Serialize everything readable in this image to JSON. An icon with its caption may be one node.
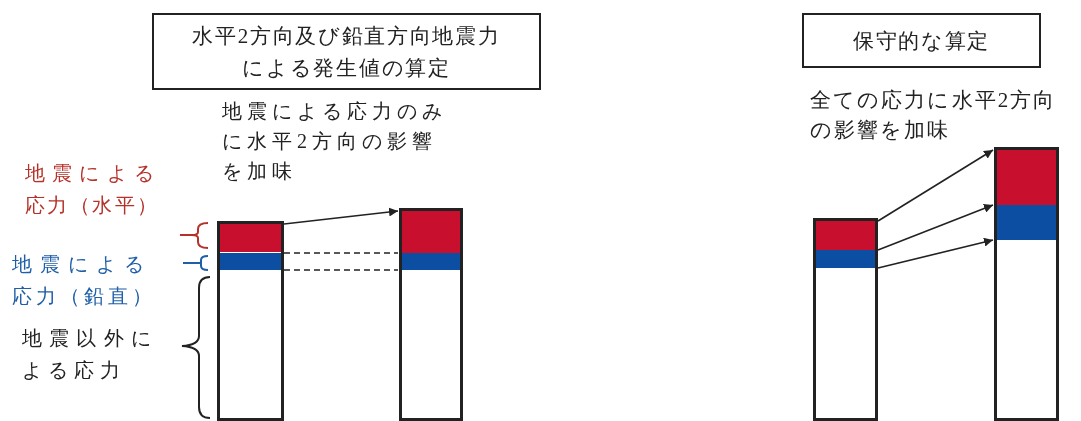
{
  "diagram": {
    "nodes": [
      {
        "text": [
          "水平2方向及び鉛直方向地震力による発生値の算定"
        ]
      },
      {
        "text": [
          "保守的な算定"
        ]
      },
      {
        "text": [],
        "shape": "box"
      },
      {
        "text": [],
        "shape": "bar",
        "in": 2
      },
      {
        "text": [],
        "shape": "bar",
        "in": 2
      },
      {
        "text": [],
        "shape": "box"
      },
      {
        "text": [],
        "shape": "bar",
        "in": 5
      },
      {
        "text": [],
        "shape": "bar",
        "in": 5
      },
      {
        "text": [],
        "shape": "box"
      },
      {
        "text": [],
        "shape": "bar",
        "in": 8
      },
      {
        "text": [],
        "shape": "bar",
        "in": 8
      },
      {
        "text": [],
        "shape": "box"
      },
      {
        "text": [],
        "shape": "bar",
        "in": 11
      },
      {
        "text": [],
        "shape": "bar",
        "in": 11
      }
    ],
    "edges": [
      {
        "from": 3,
        "to": 6,
        "arrow": "to"
      },
      {
        "from": 4,
        "to": 7,
        "arrow": "none",
        "style": "dashed"
      },
      {
        "from": 4,
        "to": 7,
        "arrow": "none",
        "style": "dashed"
      },
      {
        "from": 9,
        "to": 12,
        "arrow": "to"
      },
      {
        "from": 10,
        "to": 13,
        "arrow": "to"
      },
      {
        "from": 10,
        "to": 13,
        "arrow": "to"
      }
    ],
    "labels": [
      "地震による応力のみに水平2方向の影響を加味",
      "全ての応力に水平2方向の影響を加味",
      "地震による応力（水平）",
      "地震による応力（鉛直）",
      "地震以外による応力"
    ]
  }
}
